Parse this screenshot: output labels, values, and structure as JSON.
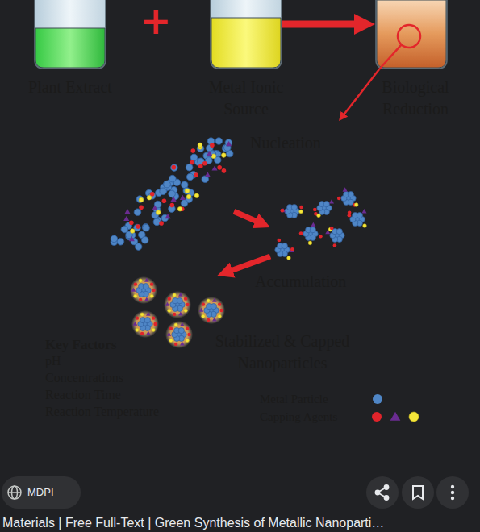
{
  "diagram": {
    "nodes": [
      {
        "text": [
          "Plant Extract"
        ]
      },
      {
        "text": [
          "Metal Ionic Source"
        ]
      },
      {
        "text": [
          "Biological Reduction"
        ]
      },
      {
        "text": [
          "Key Factors",
          "pH",
          "Concentrations",
          "Reaction Time",
          "Reaction Temperature"
        ]
      },
      {
        "text": [
          "Nucleation"
        ],
        "in": 3
      },
      {
        "text": [
          "Accumulation"
        ],
        "in": 3
      },
      {
        "text": [
          "Stabilized & Capped Nanoparticles"
        ],
        "in": 3
      }
    ],
    "edges": [
      {
        "from": 1,
        "to": 2,
        "arrow": "to"
      },
      {
        "from": 2,
        "to": 3,
        "arrow": "to"
      },
      {
        "from": 4,
        "to": 5,
        "arrow": "to"
      },
      {
        "from": 5,
        "to": 6,
        "arrow": "to"
      }
    ],
    "labels": [
      "+",
      "MDPI",
      "Materials | Free Full-Text | Green Synthesis of Metallic Nanoparti…"
    ],
    "legend": [
      {
        "text": "Metal Particle",
        "color": "#4f86c6"
      },
      {
        "text": "Capping Agents"
      }
    ]
  }
}
